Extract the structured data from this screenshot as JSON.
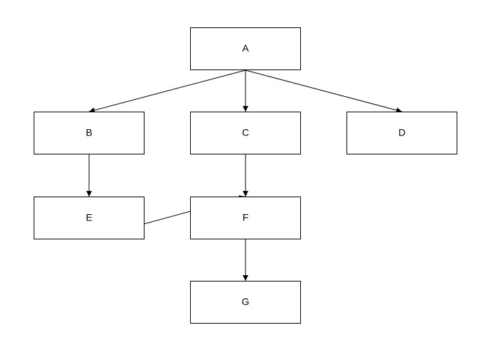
{
  "diagram": {
    "nodes": [
      {
        "id": "A",
        "label": "A"
      },
      {
        "id": "B",
        "label": "B"
      },
      {
        "id": "C",
        "label": "C"
      },
      {
        "id": "D",
        "label": "D"
      },
      {
        "id": "E",
        "label": "E"
      },
      {
        "id": "F",
        "label": "F"
      },
      {
        "id": "G",
        "label": "G"
      }
    ],
    "edges": [
      {
        "from": "A",
        "to": "B"
      },
      {
        "from": "A",
        "to": "C"
      },
      {
        "from": "A",
        "to": "D"
      },
      {
        "from": "B",
        "to": "E"
      },
      {
        "from": "C",
        "to": "F"
      },
      {
        "from": "E",
        "to": "F"
      },
      {
        "from": "F",
        "to": "G"
      }
    ],
    "colors": {
      "stroke": "#000000",
      "fill": "#ffffff",
      "text": "#000000"
    }
  }
}
